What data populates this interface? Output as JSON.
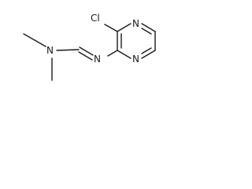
{
  "structure": {
    "atoms": {
      "cl": "Cl",
      "n_ring_top": "N",
      "n_ring_bottom": "N",
      "n_imine": "N",
      "n_amine": "N"
    },
    "colors": {
      "ink": "#1a1a1a",
      "background": "#ffffff"
    }
  }
}
